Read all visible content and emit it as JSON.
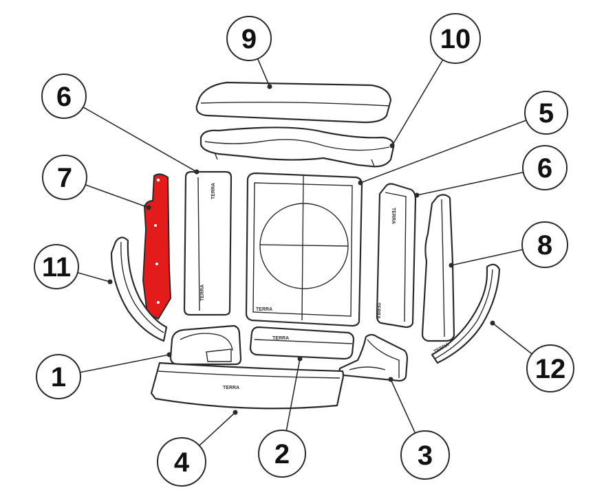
{
  "colors": {
    "highlight": "#e41b1b",
    "outline": "#2a2a2a",
    "part_fill": "#ffffff"
  },
  "diagram": {
    "callouts": [
      {
        "id": "9",
        "label": "9"
      },
      {
        "id": "10",
        "label": "10"
      },
      {
        "id": "6a",
        "label": "6"
      },
      {
        "id": "5",
        "label": "5"
      },
      {
        "id": "7",
        "label": "7"
      },
      {
        "id": "6b",
        "label": "6"
      },
      {
        "id": "8",
        "label": "8"
      },
      {
        "id": "11",
        "label": "11"
      },
      {
        "id": "1",
        "label": "1"
      },
      {
        "id": "12",
        "label": "12"
      },
      {
        "id": "4",
        "label": "4"
      },
      {
        "id": "2",
        "label": "2"
      },
      {
        "id": "3",
        "label": "3"
      }
    ],
    "highlighted_part": "7"
  }
}
